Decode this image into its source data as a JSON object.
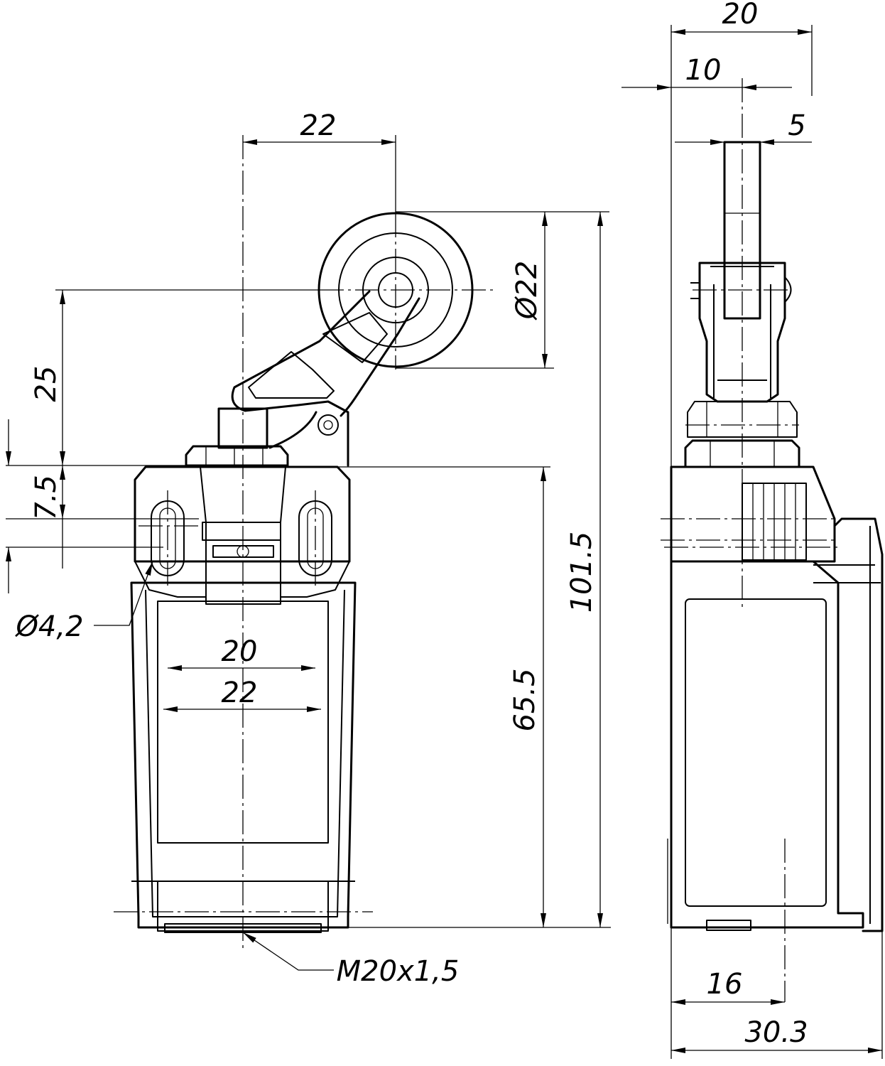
{
  "front_view": {
    "dim_roller_offset": "22",
    "dim_roller_diameter": "Ø22",
    "dim_arm_length": "25",
    "dim_mount_offset": "7.5",
    "dim_hole_diameter": "Ø4,2",
    "dim_hole_spacing_inner": "20",
    "dim_hole_spacing_outer": "22",
    "dim_body_height": "65.5",
    "dim_total_height": "101.5",
    "dim_thread": "M20x1,5"
  },
  "side_view": {
    "dim_overall_width": "20",
    "dim_center_offset": "10",
    "dim_roller_width": "5",
    "dim_conduit_offset": "16",
    "dim_body_depth": "30.3"
  }
}
